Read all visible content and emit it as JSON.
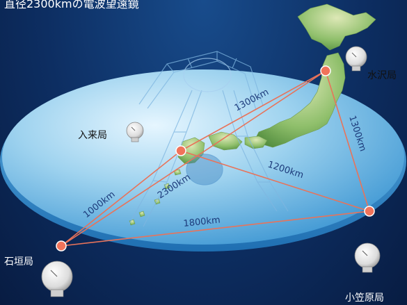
{
  "title": "直径2300kmの電波望遠鏡",
  "stations": {
    "mizusawa": "水沢局",
    "iriki": "入来局",
    "ishigaki": "石垣局",
    "ogasawara": "小笠原局"
  },
  "distances": {
    "iriki_mizusawa": "1300km",
    "mizusawa_ogasawara": "1300km",
    "iriki_ogasawara": "1200km",
    "ishigaki_mizusawa": "2300km",
    "ishigaki_iriki": "1000km",
    "ishigaki_ogasawara": "1800km"
  },
  "colors": {
    "baseline": "#e8735a",
    "station_dot": "#f0735a",
    "disk_light": "#cfe9f7",
    "disk_dark": "#4aa3d9"
  }
}
